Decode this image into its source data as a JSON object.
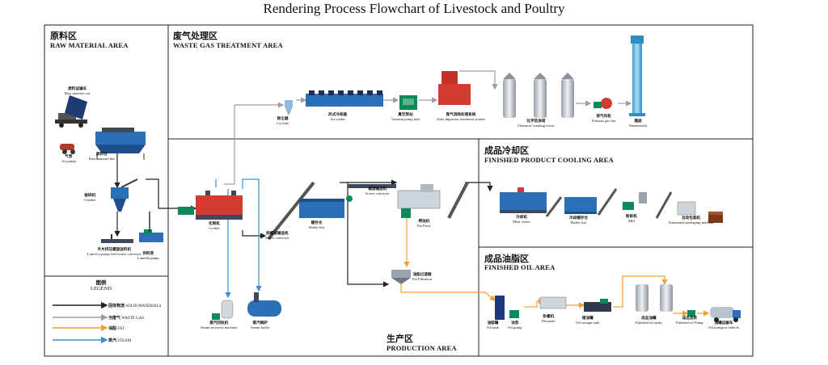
{
  "title": "Rendering Process Flowchart of Livestock and Poultry",
  "areas": {
    "raw": {
      "cn": "原料区",
      "en": "RAW MATERIAL AREA"
    },
    "gas": {
      "cn": "废气处理区",
      "en": "WASTE GAS TREATMENT AREA"
    },
    "cool": {
      "cn": "成品冷却区",
      "en": "FINISHED PRODUCT COOLING AREA"
    },
    "oil": {
      "cn": "成品油脂区",
      "en": "FINISHED OIL AREA"
    },
    "prod": {
      "cn": "生产区",
      "en": "PRODUCTION AREA"
    }
  },
  "legend": {
    "title_cn": "图例",
    "title_en": "LEGEND",
    "items": [
      {
        "cn": "固体物流",
        "en": "SOLID MATERIALS",
        "color": "#222222"
      },
      {
        "cn": "污废气",
        "en": "WASTE GAS",
        "color": "#9e9e9e"
      },
      {
        "cn": "油脂",
        "en": "FAT",
        "color": "#f0a030"
      },
      {
        "cn": "蒸汽",
        "en": "STEAM",
        "color": "#3b8fd0"
      }
    ]
  },
  "equipment": {
    "raw_car": {
      "cn": "原料运输车",
      "en": "Raw material car"
    },
    "air_pump": {
      "cn": "气泵",
      "en": "Air pump"
    },
    "raw_bin": {
      "cn": "原料仓",
      "en": "Raw material bin"
    },
    "crusher": {
      "cn": "破碎机",
      "en": "Crusher"
    },
    "screw_feed": {
      "cn": "叶片挤压螺旋送料机",
      "en": "LanceLa pump feed screw conveyor"
    },
    "lamella": {
      "cn": "供料泵",
      "en": "Lamella pump"
    },
    "cooker": {
      "cn": "化制机",
      "en": "Cooker"
    },
    "steam_rec": {
      "cn": "蒸汽回收机",
      "en": "Steam recovery machine"
    },
    "boiler": {
      "cn": "蒸汽锅炉",
      "en": "Steam boiler"
    },
    "screw_conv": {
      "cn": "斜螺旋输送机",
      "en": "Screw conveyor"
    },
    "buffer": {
      "cn": "缓存仓",
      "en": "Buffer bin"
    },
    "screw_conv2": {
      "cn": "螺旋输送机",
      "en": "Screw conveyor"
    },
    "fat_press": {
      "cn": "榨油机",
      "en": "Fat Press"
    },
    "fat_filter": {
      "cn": "油脂过滤器",
      "en": "Fat Filtration"
    },
    "cyclone": {
      "cn": "除尘器",
      "en": "Cyclone"
    },
    "air_cooler": {
      "cn": "风式冷却器",
      "en": "Air cooler"
    },
    "vacuum": {
      "cn": "真空泵站",
      "en": "Vacuum pump unit"
    },
    "odor": {
      "cn": "臭气消除处理系统",
      "en": "Odor digestion treatment system"
    },
    "washing": {
      "cn": "化学洗涤塔",
      "en": "Chemical washing tower"
    },
    "exhaust_fan": {
      "cn": "排气风机",
      "en": "Exhaust gas fan"
    },
    "stack": {
      "cn": "烟囱",
      "en": "Smokestack"
    },
    "meal_cooler": {
      "cn": "冷却机",
      "en": "Meal cooler"
    },
    "buffer2": {
      "cn": "冷却缓存仓",
      "en": "Buffer bin"
    },
    "mill": {
      "cn": "粉碎机",
      "en": "Mill"
    },
    "packer": {
      "cn": "自动包装机",
      "en": "Automated packaging machine"
    },
    "oil_tank": {
      "cn": "油脂罐",
      "en": "Oil tank"
    },
    "oil_pump": {
      "cn": "油泵",
      "en": "Oil pump"
    },
    "decanter": {
      "cn": "卧螺机",
      "en": "Decanter"
    },
    "storage": {
      "cn": "储油罐",
      "en": "Oil storage tank"
    },
    "finished_tanks": {
      "cn": "成品油罐",
      "en": "Finished oil tanks"
    },
    "finished_pump": {
      "cn": "成品油泵",
      "en": "Finished oil Pump"
    },
    "oil_vehicle": {
      "cn": "油罐运输车",
      "en": "Oil transport vehicle"
    }
  },
  "colors": {
    "solid": "#222222",
    "gas": "#9e9e9e",
    "fat": "#f0a030",
    "steam": "#3b8fd0",
    "machine_blue": "#2a6fb8",
    "cooker_red": "#d23b30"
  }
}
